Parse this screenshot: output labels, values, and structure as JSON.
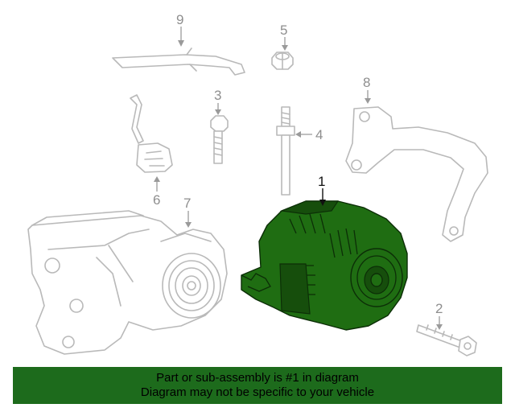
{
  "diagram": {
    "callouts": [
      {
        "id": "1",
        "label": "1",
        "highlighted": true
      },
      {
        "id": "2",
        "label": "2"
      },
      {
        "id": "3",
        "label": "3"
      },
      {
        "id": "4",
        "label": "4"
      },
      {
        "id": "5",
        "label": "5"
      },
      {
        "id": "6",
        "label": "6"
      },
      {
        "id": "7",
        "label": "7"
      },
      {
        "id": "8",
        "label": "8"
      },
      {
        "id": "9",
        "label": "9"
      }
    ],
    "highlight_color": "#1d6b1c",
    "outline_color": "#b9b9b9"
  },
  "banner": {
    "line1": "Part or sub-assembly is #1 in diagram",
    "line2": "Diagram may not be specific to your vehicle"
  }
}
